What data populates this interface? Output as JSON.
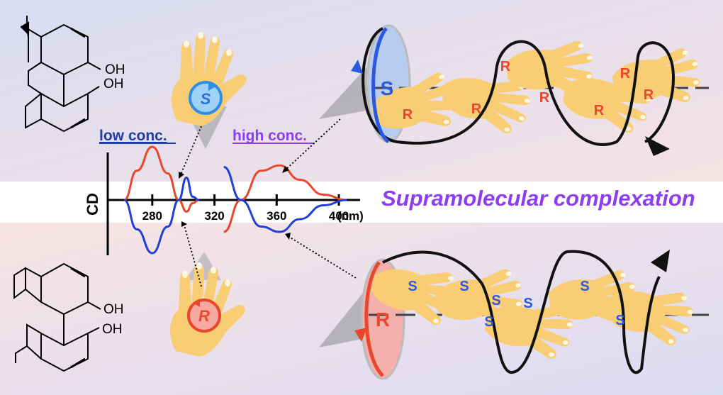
{
  "figure": {
    "title": "Supramolecular complexation",
    "molecule_top": {
      "substituent_1": "OH",
      "substituent_2": "OH"
    },
    "molecule_bottom": {
      "substituent_1": "OH",
      "substituent_2": "OH"
    },
    "hand_top_label": "S",
    "hand_bottom_label": "R",
    "helix_top_hand_label": "R",
    "helix_top_disc_label": "S",
    "helix_bottom_hand_label": "S",
    "helix_bottom_disc_label": "R",
    "low_conc_label": "low conc.",
    "high_conc_label": "high conc."
  },
  "chart_data": {
    "type": "line",
    "ylabel": "CD",
    "xlabel": "",
    "x_unit": "(nm)",
    "x_ticks": [
      280,
      320,
      360,
      400
    ],
    "xlim": [
      255,
      410
    ],
    "ylim": [
      -1.0,
      1.0
    ],
    "series": [
      {
        "color": "#e8472d",
        "x": [
          262,
          270,
          280,
          290,
          297,
          302,
          306,
          310
        ],
        "y": [
          0,
          0.55,
          1.0,
          0.5,
          0,
          -0.22,
          -0.06,
          0
        ]
      },
      {
        "color": "#1f3fd8",
        "x": [
          262,
          270,
          280,
          290,
          297,
          302,
          306,
          310
        ],
        "y": [
          0,
          -0.55,
          -1.0,
          -0.5,
          0,
          0.42,
          0.06,
          0
        ]
      },
      {
        "color": "#e8472d",
        "x": [
          326,
          337,
          350,
          362,
          375,
          390,
          405
        ],
        "y": [
          -0.6,
          0,
          0.55,
          0.65,
          0.38,
          0.1,
          0
        ]
      },
      {
        "color": "#1f3fd8",
        "x": [
          326,
          337,
          350,
          362,
          375,
          390,
          405
        ],
        "y": [
          0.62,
          0,
          -0.5,
          -0.6,
          -0.36,
          -0.1,
          0
        ]
      }
    ]
  },
  "colors": {
    "red": "#e8472d",
    "blue": "#1f3fd8",
    "purple": "#8d3df2",
    "skin": "#f8cd74"
  }
}
